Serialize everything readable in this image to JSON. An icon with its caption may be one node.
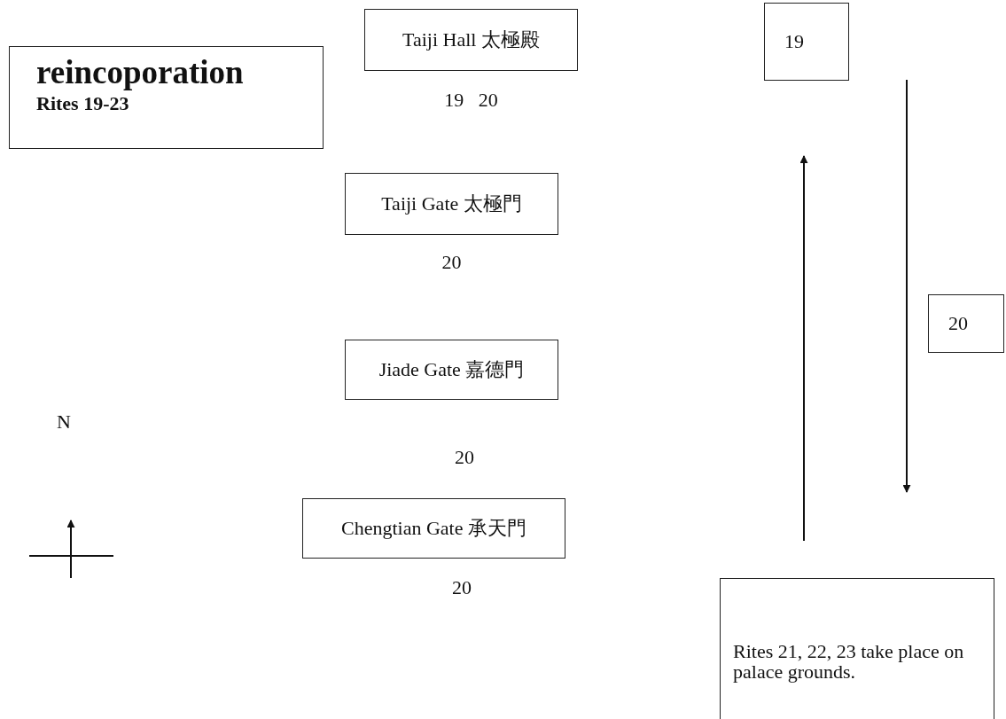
{
  "diagram": {
    "nodes": [
      {
        "text": [
          "reincoporation",
          "Rites 19-23"
        ]
      },
      {
        "text": [
          "Taiji Hall 太極殿"
        ],
        "beside": [
          "19 20"
        ]
      },
      {
        "text": [
          "Taiji Gate 太極門"
        ],
        "beside": [
          "20"
        ]
      },
      {
        "text": [
          "Jiade Gate 嘉德門"
        ],
        "beside": [
          "20"
        ]
      },
      {
        "text": [
          "Chengtian Gate 承天門"
        ],
        "beside": [
          "20"
        ]
      },
      {
        "text": [
          "19"
        ]
      },
      {
        "text": [
          "20"
        ]
      },
      {
        "text": [
          "Rites 21, 22, 23 take place on palace grounds."
        ]
      }
    ],
    "labels": [
      "N"
    ]
  }
}
